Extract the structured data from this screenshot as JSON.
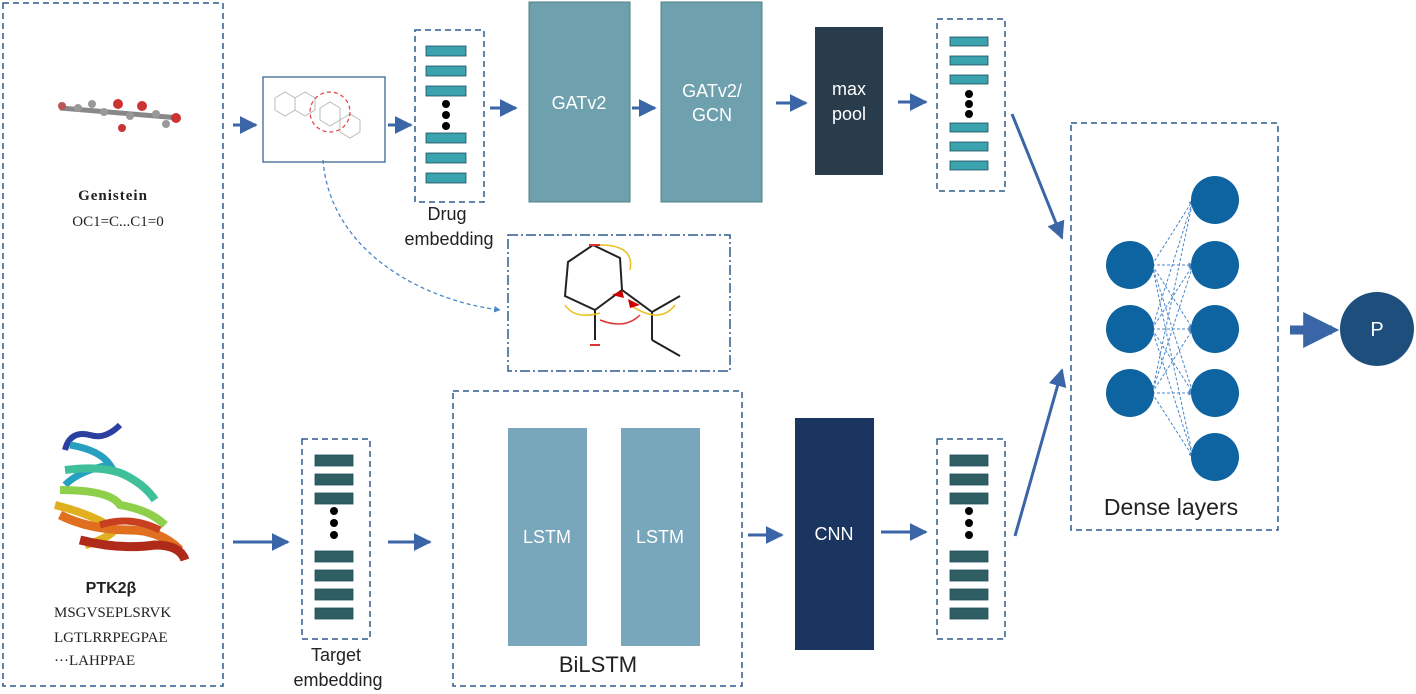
{
  "input_panel": {
    "drug_name": "Genistein",
    "drug_smiles": "OC1=C...C1=0",
    "target_name": "PTK2β",
    "target_seq_1": "MSGVSEPLSRVK",
    "target_seq_2": "LGTLRRPEGPAE",
    "target_seq_3": "···LAHPPAE"
  },
  "drug_branch": {
    "embedding_label_1": "Drug",
    "embedding_label_2": "embedding",
    "gatv2_label": "GATv2",
    "gatv2_gcn_label_1": "GATv2/",
    "gatv2_gcn_label_2": "GCN",
    "maxpool_label_1": "max",
    "maxpool_label_2": "pool"
  },
  "target_branch": {
    "embedding_label_1": "Target",
    "embedding_label_2": "embedding",
    "lstm_1_label": "LSTM",
    "lstm_2_label": "LSTM",
    "bilstm_label": "BiLSTM",
    "cnn_label": "CNN"
  },
  "dense": {
    "label": "Dense layers",
    "output_label": "P"
  },
  "colors": {
    "border": "#2e5b8c",
    "arrow": "#3a66a8",
    "drug_bar": "#3aa3ad",
    "target_bar": "#2f5f63",
    "gat_block": "#6ea1ad",
    "maxpool_block": "#293c4b",
    "lstm_block": "#78a6ba",
    "cnn_block": "#1a3560",
    "neuron": "#0e64a0",
    "output": "#1e4f7c"
  }
}
